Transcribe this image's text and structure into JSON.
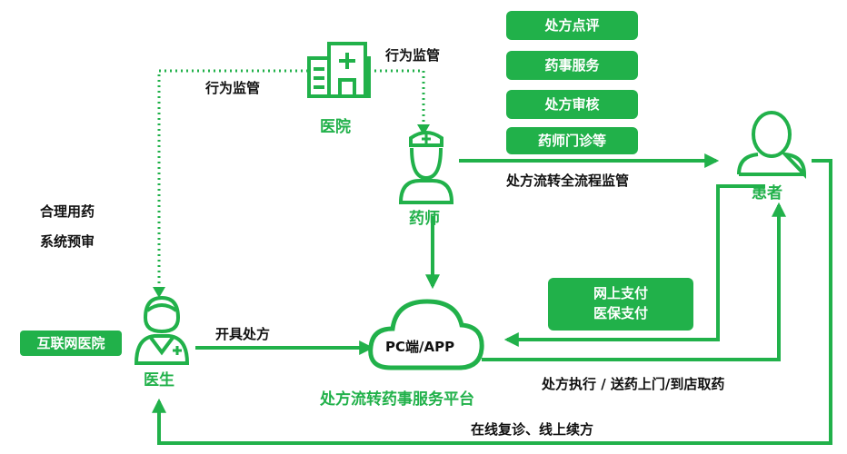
{
  "nodes": {
    "hospital": "医院",
    "pharmacist": "药师",
    "patient": "患者",
    "doctor": "医生",
    "platform_cloud": "PC端/APP",
    "platform_name": "处方流转药事服务平台",
    "internet_hospital": "互联网医院"
  },
  "services": [
    "处方点评",
    "药事服务",
    "处方审核",
    "药师门诊等"
  ],
  "payment": [
    "网上支付",
    "医保支付"
  ],
  "labels": {
    "supervision_left": "行为监管",
    "supervision_right": "行为监管",
    "rational_line1": "合理用药",
    "rational_line2": "系统预审",
    "full_supervision": "处方流转全流程监管",
    "prescribe": "开具处方",
    "execution": "处方执行 / 送药上门/到店取药",
    "followup": "在线复诊、线上续方"
  },
  "colors": {
    "green": "#21b14a",
    "text": "#111111",
    "background": "#ffffff"
  }
}
